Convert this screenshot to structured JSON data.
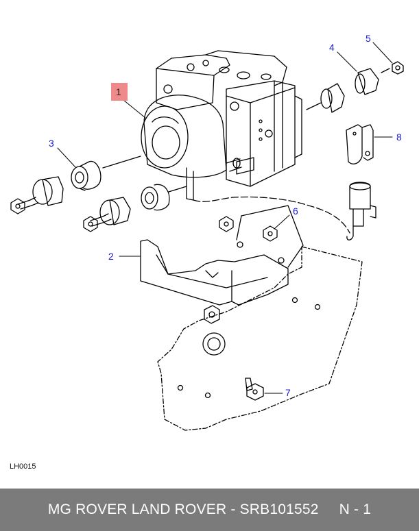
{
  "diagram": {
    "drawing_code": "LH0015",
    "callouts": [
      "1",
      "2",
      "3",
      "4",
      "5",
      "6",
      "7",
      "8"
    ],
    "colors": {
      "line": "#000000",
      "callout_text": "#1a1ad6",
      "highlight_box": "#f08a8a"
    }
  },
  "footer": {
    "title": "MG ROVER LAND ROVER - SRB101552",
    "code": "N - 1",
    "background": "#7b7b7b"
  }
}
